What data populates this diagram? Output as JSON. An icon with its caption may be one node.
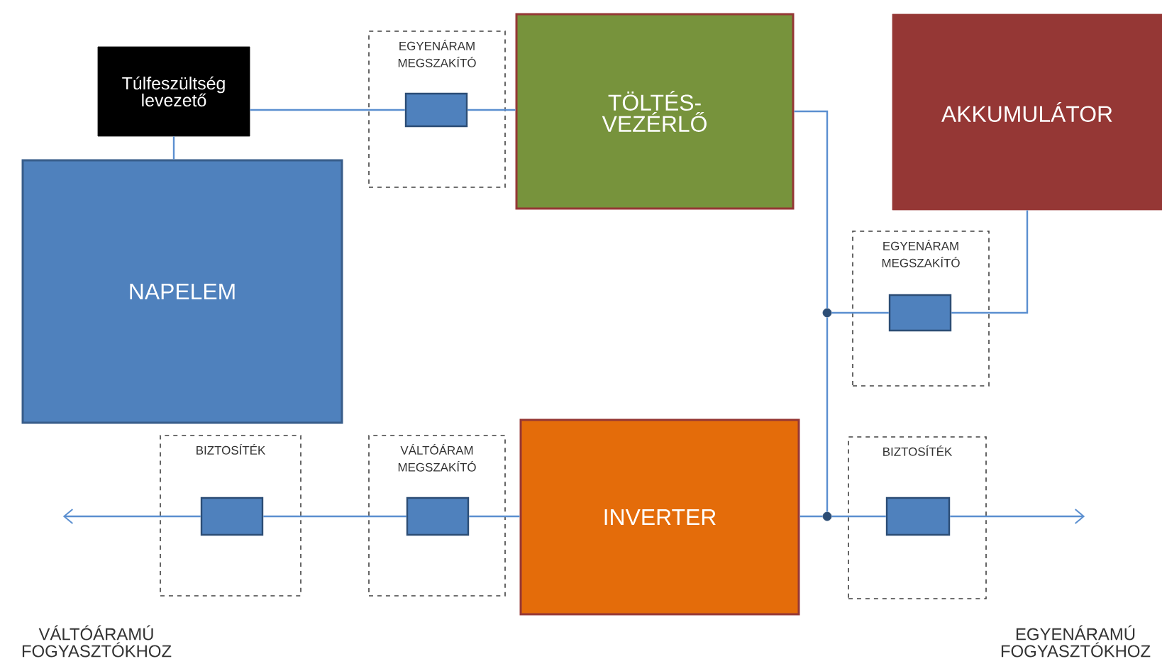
{
  "diagram": {
    "nodes": [
      {
        "text": [
          "Túlfeszültség levezető"
        ]
      },
      {
        "text": [
          "NAPELEM"
        ]
      },
      {
        "text": [
          "EGYENÁRAM MEGSZAKÍTÓ"
        ]
      },
      {
        "text": [],
        "shape": "box",
        "in": 2
      },
      {
        "text": [
          "TÖLTÉS- VEZÉRLŐ"
        ]
      },
      {
        "text": [
          "AKKUMULÁTOR"
        ]
      },
      {
        "text": [
          "EGYENÁRAM MEGSZAKÍTÓ"
        ]
      },
      {
        "text": [],
        "shape": "box",
        "in": 6
      },
      {
        "text": [
          "BIZTOSÍTÉK"
        ]
      },
      {
        "text": [],
        "shape": "box",
        "in": 8
      },
      {
        "text": [
          "VÁLTÓÁRAM MEGSZAKÍTÓ"
        ]
      },
      {
        "text": [],
        "shape": "box",
        "in": 10
      },
      {
        "text": [
          "INVERTER"
        ]
      },
      {
        "text": [
          "BIZTOSÍTÉK"
        ]
      },
      {
        "text": [],
        "shape": "box",
        "in": 13
      },
      {
        "text": [],
        "shape": "circle"
      },
      {
        "text": [],
        "shape": "circle"
      }
    ],
    "edges": [
      {
        "from": 0,
        "to": 1,
        "arrow": "none"
      },
      {
        "from": 0,
        "to": 3,
        "arrow": "none"
      },
      {
        "from": 3,
        "to": 4,
        "arrow": "none"
      },
      {
        "from": 4,
        "to": 15,
        "arrow": "none"
      },
      {
        "from": 15,
        "to": 16,
        "arrow": "none"
      },
      {
        "from": 15,
        "to": 7,
        "arrow": "none"
      },
      {
        "from": 7,
        "to": 5,
        "arrow": "none"
      },
      {
        "from": 12,
        "to": 16,
        "arrow": "none"
      },
      {
        "from": 16,
        "to": 14,
        "arrow": "none"
      },
      {
        "from": 14,
        "to": null,
        "arrow": "to"
      },
      {
        "from": 12,
        "to": 11,
        "arrow": "none"
      },
      {
        "from": 11,
        "to": 9,
        "arrow": "none"
      },
      {
        "from": 9,
        "to": null,
        "arrow": "to"
      }
    ],
    "labels": [
      "VÁLTÓÁRAMÚ FOGYASZTÓKHOZ",
      "EGYENÁRAMÚ FOGYASZTÓKHOZ"
    ]
  }
}
